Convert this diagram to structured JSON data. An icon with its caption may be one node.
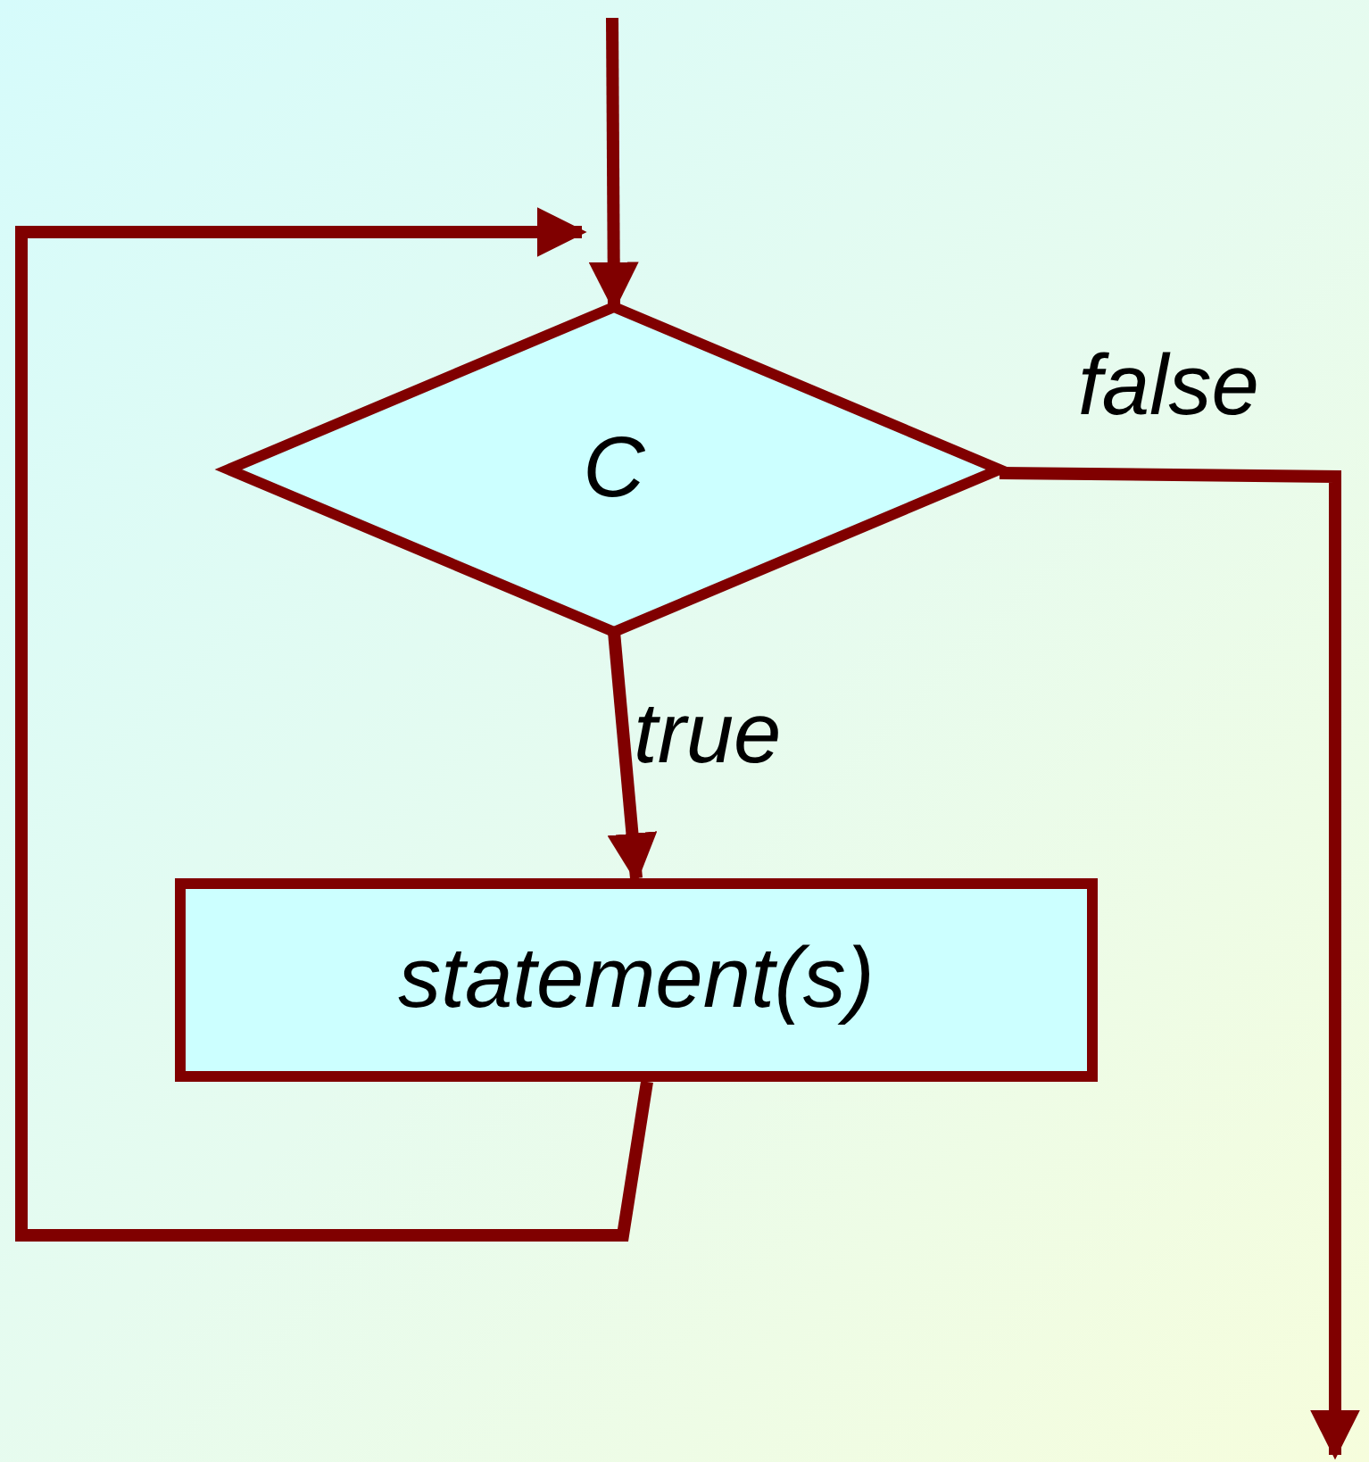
{
  "diagram": {
    "nodes": [
      {
        "text": [
          "C"
        ]
      },
      {
        "text": [
          "statement(s)"
        ]
      }
    ],
    "edges": [
      {
        "from": null,
        "to": 0,
        "arrow": "to"
      },
      {
        "from": 0,
        "to": 1,
        "arrow": "to",
        "label": "true"
      },
      {
        "from": 0,
        "to": null,
        "arrow": "to",
        "label": "false"
      },
      {
        "from": 1,
        "to": 0,
        "arrow": "to"
      }
    ]
  }
}
